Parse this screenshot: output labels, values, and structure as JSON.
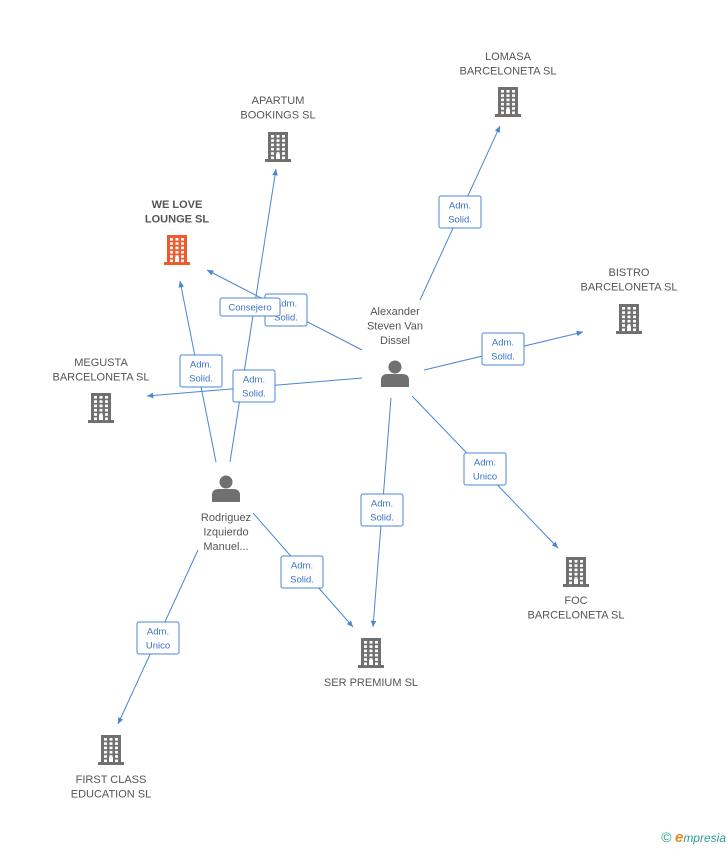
{
  "colors": {
    "edge": "#4a86d4",
    "company": "#707070",
    "company_focus": "#f05a2c",
    "person": "#707070"
  },
  "nodes": [
    {
      "id": "we-love-lounge",
      "type": "company",
      "focus": true,
      "lines": [
        "WE LOVE",
        "LOUNGE SL"
      ]
    },
    {
      "id": "apartum",
      "type": "company",
      "lines": [
        "APARTUM",
        "BOOKINGS SL"
      ]
    },
    {
      "id": "lomasa",
      "type": "company",
      "lines": [
        "LOMASA",
        "BARCELONETA SL"
      ]
    },
    {
      "id": "bistro",
      "type": "company",
      "lines": [
        "BISTRO",
        "BARCELONETA SL"
      ]
    },
    {
      "id": "megusta",
      "type": "company",
      "lines": [
        "MEGUSTA",
        "BARCELONETA SL"
      ]
    },
    {
      "id": "foc",
      "type": "company",
      "lines": [
        "FOC",
        "BARCELONETA SL"
      ]
    },
    {
      "id": "ser-premium",
      "type": "company",
      "lines": [
        "SER PREMIUM SL"
      ]
    },
    {
      "id": "first-class",
      "type": "company",
      "lines": [
        "FIRST CLASS",
        "EDUCATION  SL"
      ]
    },
    {
      "id": "alexander",
      "type": "person",
      "lines": [
        "Alexander",
        "Steven Van",
        "Dissel"
      ]
    },
    {
      "id": "rodriguez",
      "type": "person",
      "lines": [
        "Rodriguez",
        "Izquierdo",
        "Manuel..."
      ]
    }
  ],
  "edges": [
    {
      "from": "alexander",
      "to": "lomasa",
      "label": [
        "Adm.",
        "Solid."
      ]
    },
    {
      "from": "alexander",
      "to": "bistro",
      "label": [
        "Adm.",
        "Solid."
      ]
    },
    {
      "from": "alexander",
      "to": "foc",
      "label": [
        "Adm.",
        "Unico"
      ]
    },
    {
      "from": "alexander",
      "to": "ser-premium",
      "label": [
        "Adm.",
        "Solid."
      ]
    },
    {
      "from": "alexander",
      "to": "megusta",
      "label": [
        "Adm.",
        "Solid."
      ]
    },
    {
      "from": "alexander",
      "to": "we-love-lounge",
      "label": [
        "Adm.",
        "Solid."
      ]
    },
    {
      "from": "rodriguez",
      "to": "apartum",
      "label": [
        "Consejero"
      ]
    },
    {
      "from": "rodriguez",
      "to": "we-love-lounge",
      "label": [
        "Adm.",
        "Solid."
      ]
    },
    {
      "from": "rodriguez",
      "to": "ser-premium",
      "label": [
        "Adm.",
        "Solid."
      ]
    },
    {
      "from": "rodriguez",
      "to": "first-class",
      "label": [
        "Adm.",
        "Unico"
      ]
    }
  ],
  "footer": {
    "copyright": "©",
    "brand_initial": "e",
    "brand_rest": "mpresia"
  }
}
